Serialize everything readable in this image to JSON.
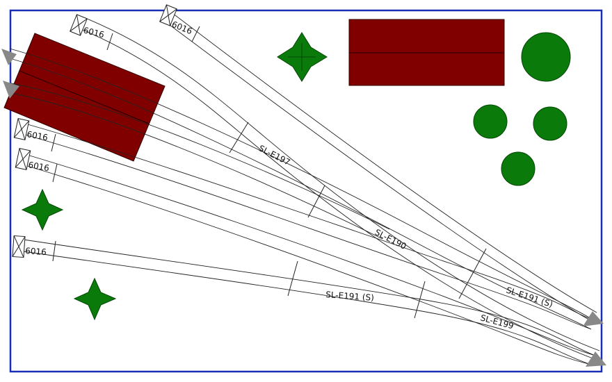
{
  "colors": {
    "border": "#1a2fb8",
    "building": "#800000",
    "tree": "#0a7a0a",
    "track": "#222222",
    "endpoint": "#888888"
  },
  "labels": {
    "bumper_1": "6016",
    "bumper_2": "6016",
    "bumper_3": "6016",
    "bumper_4": "6016",
    "bumper_5": "6016",
    "switch_e197": "SL-E197",
    "switch_e190": "SL-E190",
    "switch_e191s_lower": "SL-E191 (S)",
    "switch_e191s_right": "SL-E191 (S)",
    "switch_e199": "SL-E199"
  },
  "icons": {
    "endpoint": "triangle-arrow-icon",
    "bumper": "bumper-crossbox-icon",
    "tree_round": "round-tree-icon",
    "tree_star": "star-tree-icon"
  }
}
